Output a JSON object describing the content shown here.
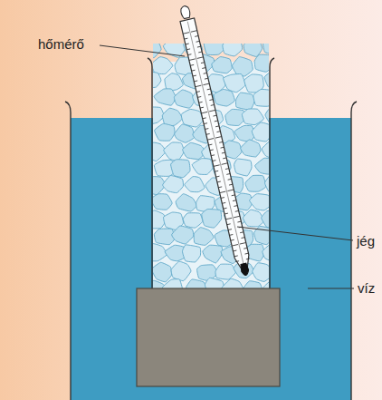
{
  "diagram": {
    "labels": [
      "hőmérő",
      "jég",
      "víz"
    ]
  }
}
